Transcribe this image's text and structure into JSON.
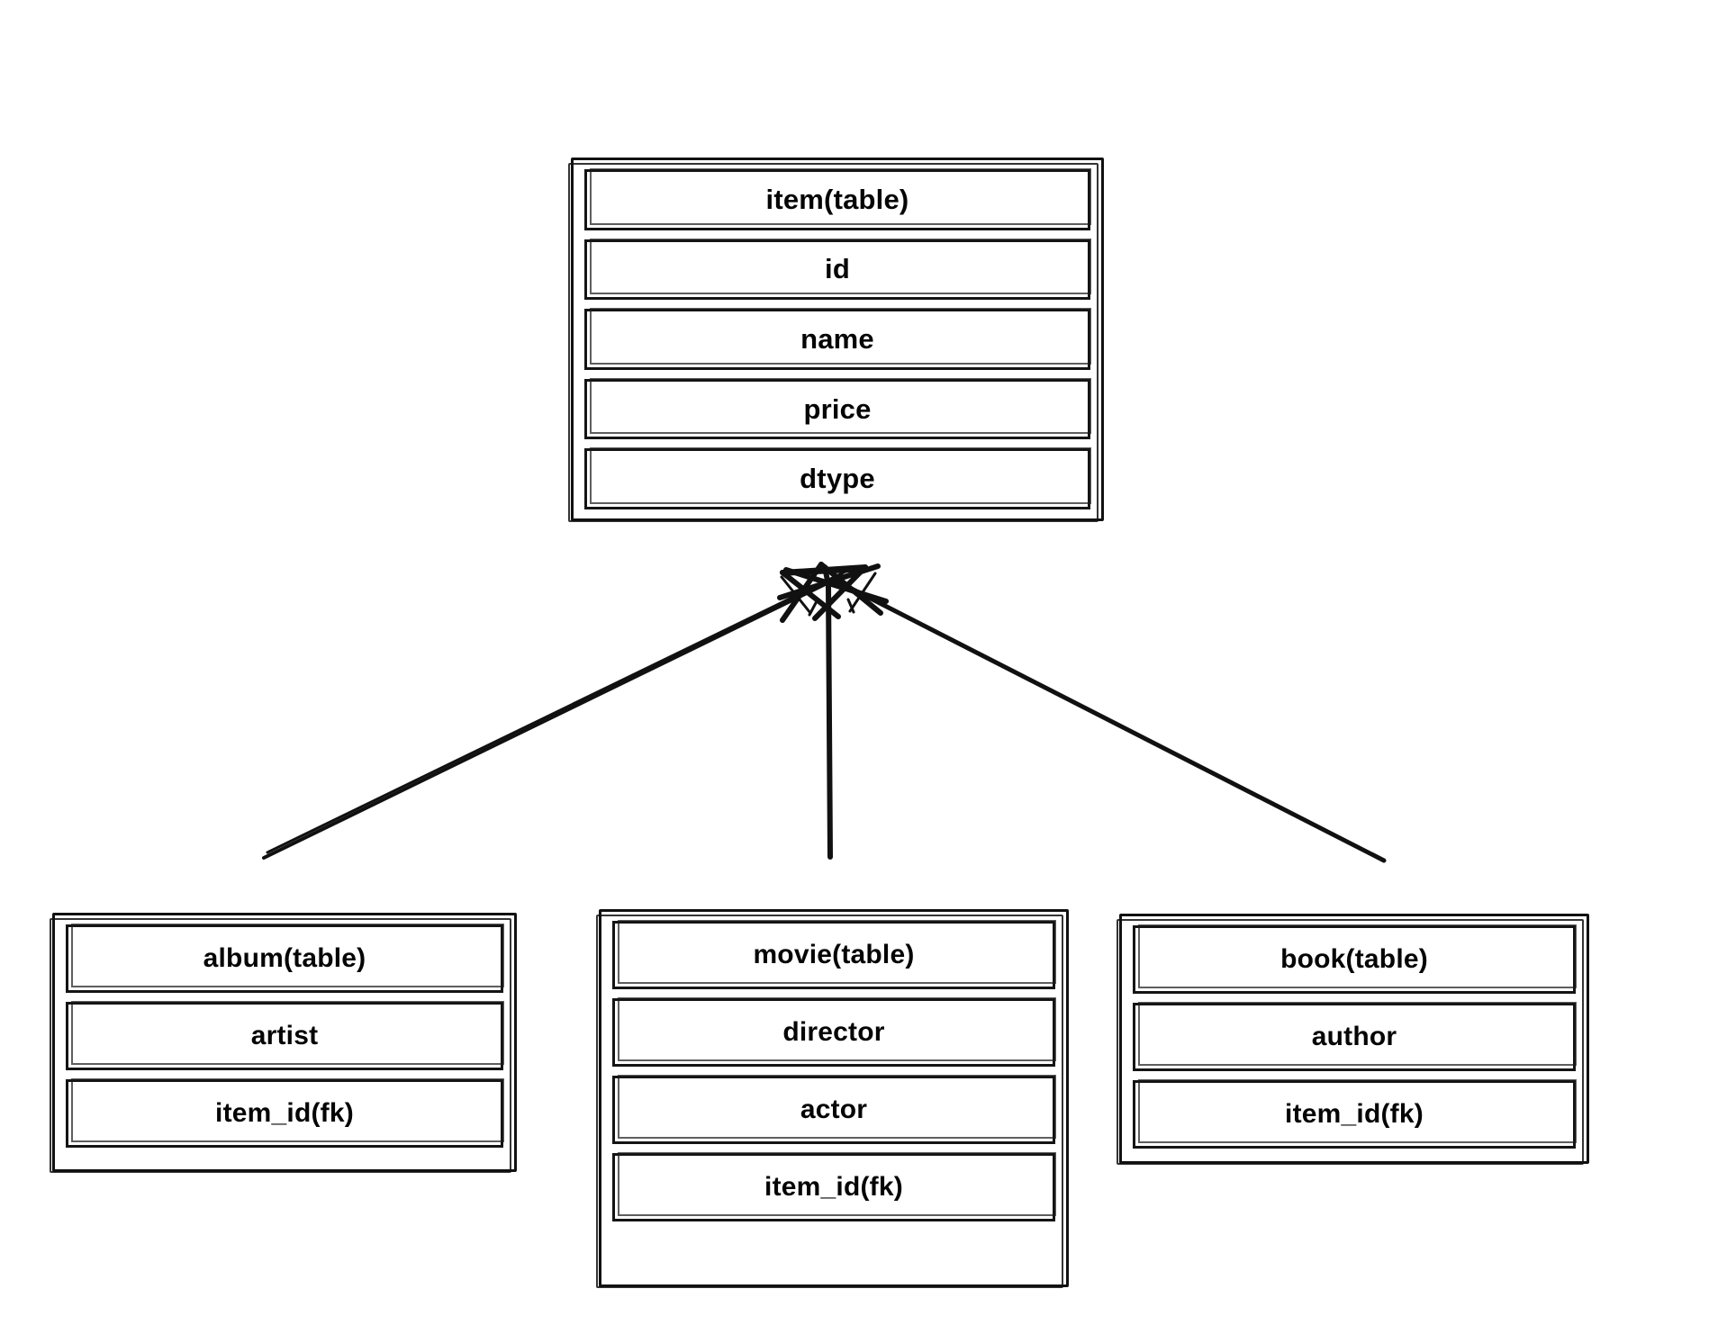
{
  "diagram": {
    "title": "item table inheritance (class table inheritance) ER diagram",
    "stroke_color": "#111111",
    "background_color": "#ffffff",
    "relationship": "generalization",
    "arrow_target": "item(table)"
  },
  "tables": {
    "item": {
      "header": "item(table)",
      "fields": [
        "id",
        "name",
        "price",
        "dtype"
      ]
    },
    "album": {
      "header": "album(table)",
      "fields": [
        "artist",
        "item_id(fk)"
      ]
    },
    "movie": {
      "header": "movie(table)",
      "fields": [
        "director",
        "actor",
        "item_id(fk)"
      ]
    },
    "book": {
      "header": "book(table)",
      "fields": [
        "author",
        "item_id(fk)"
      ]
    }
  },
  "connectors": [
    {
      "name": "album-to-item",
      "from": "album(table)",
      "to": "item(table)"
    },
    {
      "name": "movie-to-item",
      "from": "movie(table)",
      "to": "item(table)"
    },
    {
      "name": "book-to-item",
      "from": "book(table)",
      "to": "item(table)"
    }
  ]
}
